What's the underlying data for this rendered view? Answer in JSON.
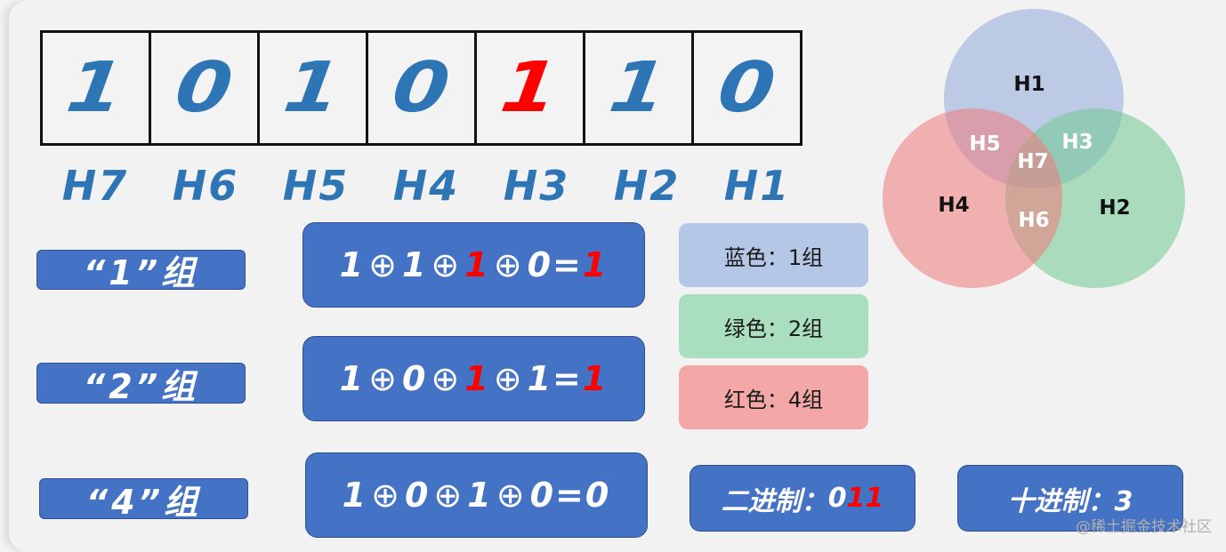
{
  "bits": [
    {
      "value": "1",
      "highlight": false
    },
    {
      "value": "0",
      "highlight": false
    },
    {
      "value": "1",
      "highlight": false
    },
    {
      "value": "0",
      "highlight": false
    },
    {
      "value": "1",
      "highlight": true
    },
    {
      "value": "1",
      "highlight": false
    },
    {
      "value": "0",
      "highlight": false
    }
  ],
  "positions": [
    "H7",
    "H6",
    "H5",
    "H4",
    "H3",
    "H2",
    "H1"
  ],
  "groups": [
    {
      "label": "“1”组",
      "formula": [
        "1",
        "⊕",
        "1",
        "⊕",
        "1",
        "⊕",
        "0",
        "=",
        "1"
      ],
      "red_indices": [
        4,
        8
      ]
    },
    {
      "label": "“2”组",
      "formula": [
        "1",
        "⊕",
        "0",
        "⊕",
        "1",
        "⊕",
        "1",
        "=",
        "1"
      ],
      "red_indices": [
        4,
        8
      ]
    },
    {
      "label": "“4”组",
      "formula": [
        "1",
        "⊕",
        "0",
        "⊕",
        "1",
        "⊕",
        "0",
        "=",
        "0"
      ],
      "red_indices": []
    }
  ],
  "legend": [
    {
      "text": "蓝色：1组",
      "color": "#b4c7e7"
    },
    {
      "text": "绿色：2组",
      "color": "#a9dfbf"
    },
    {
      "text": "红色：4组",
      "color": "#f4a7a7"
    }
  ],
  "binary_result": {
    "prefix": "二进制：",
    "digits": [
      "0",
      "1",
      "1"
    ],
    "red_indices": [
      1,
      2
    ]
  },
  "decimal_result": {
    "text": "十进制：3"
  },
  "venn": {
    "circles": [
      {
        "label": "H1",
        "color": "#8faadc"
      },
      {
        "label": "H2",
        "color": "#70c98f"
      },
      {
        "label": "H4",
        "color": "#f07a7a"
      }
    ],
    "regions": [
      "H5",
      "H3",
      "H7",
      "H6"
    ]
  },
  "watermark": "@稀土掘金技术社区",
  "colors": {
    "accent_blue": "#2e75b6",
    "box_blue": "#4472c4",
    "highlight_red": "#ff0000"
  }
}
